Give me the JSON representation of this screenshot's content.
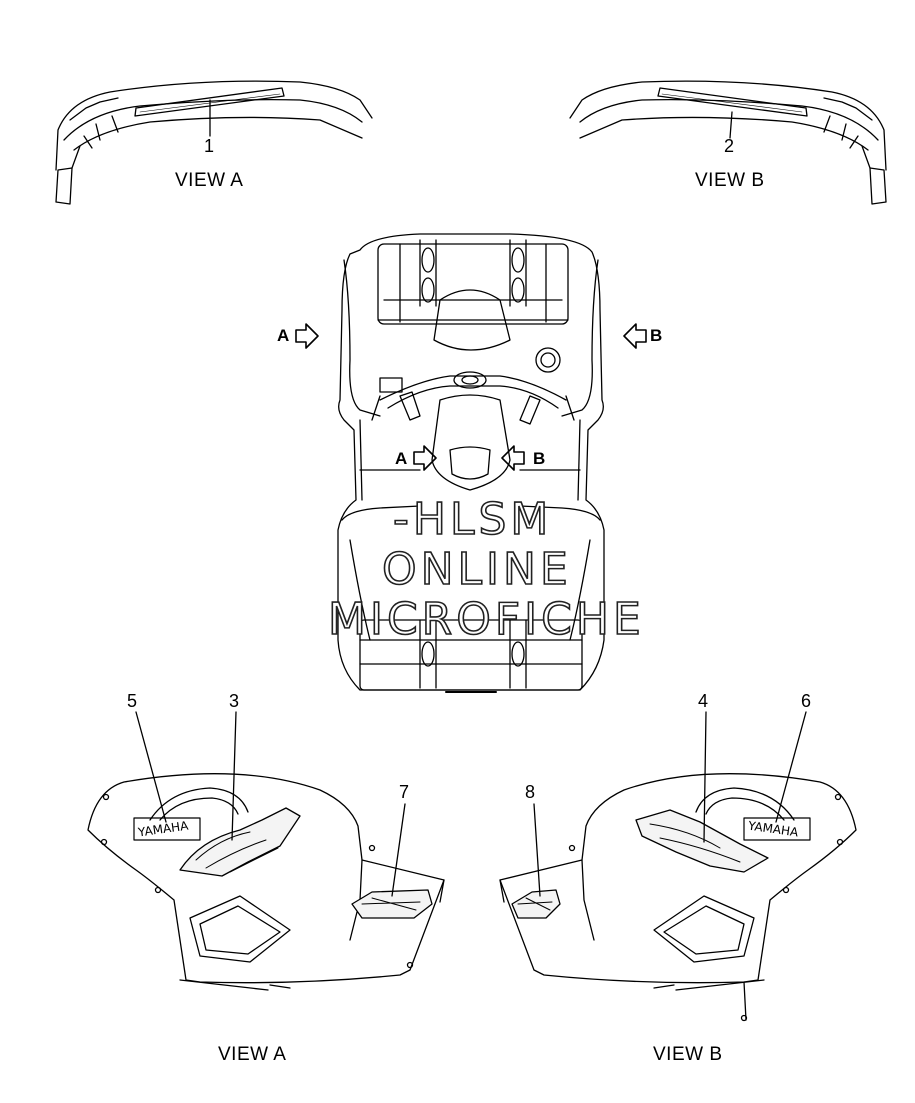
{
  "callouts": {
    "c1": "1",
    "c2": "2",
    "c3": "3",
    "c4": "4",
    "c5": "5",
    "c6": "6",
    "c7": "7",
    "c8": "8"
  },
  "views": {
    "top_left": "VIEW A",
    "top_right": "VIEW B",
    "bottom_left": "VIEW A",
    "bottom_right": "VIEW B"
  },
  "arrows": {
    "a_outer": "A",
    "b_outer": "B",
    "a_inner": "A",
    "b_inner": "B"
  },
  "decals": {
    "yamaha_left": "YAMAHA",
    "yamaha_right": "YAMAHA"
  },
  "watermark": {
    "line1": "-HLSM",
    "line2": "ONLINE",
    "line3": "MICROFICHE"
  },
  "icons": [
    "view-arrow-icon"
  ]
}
